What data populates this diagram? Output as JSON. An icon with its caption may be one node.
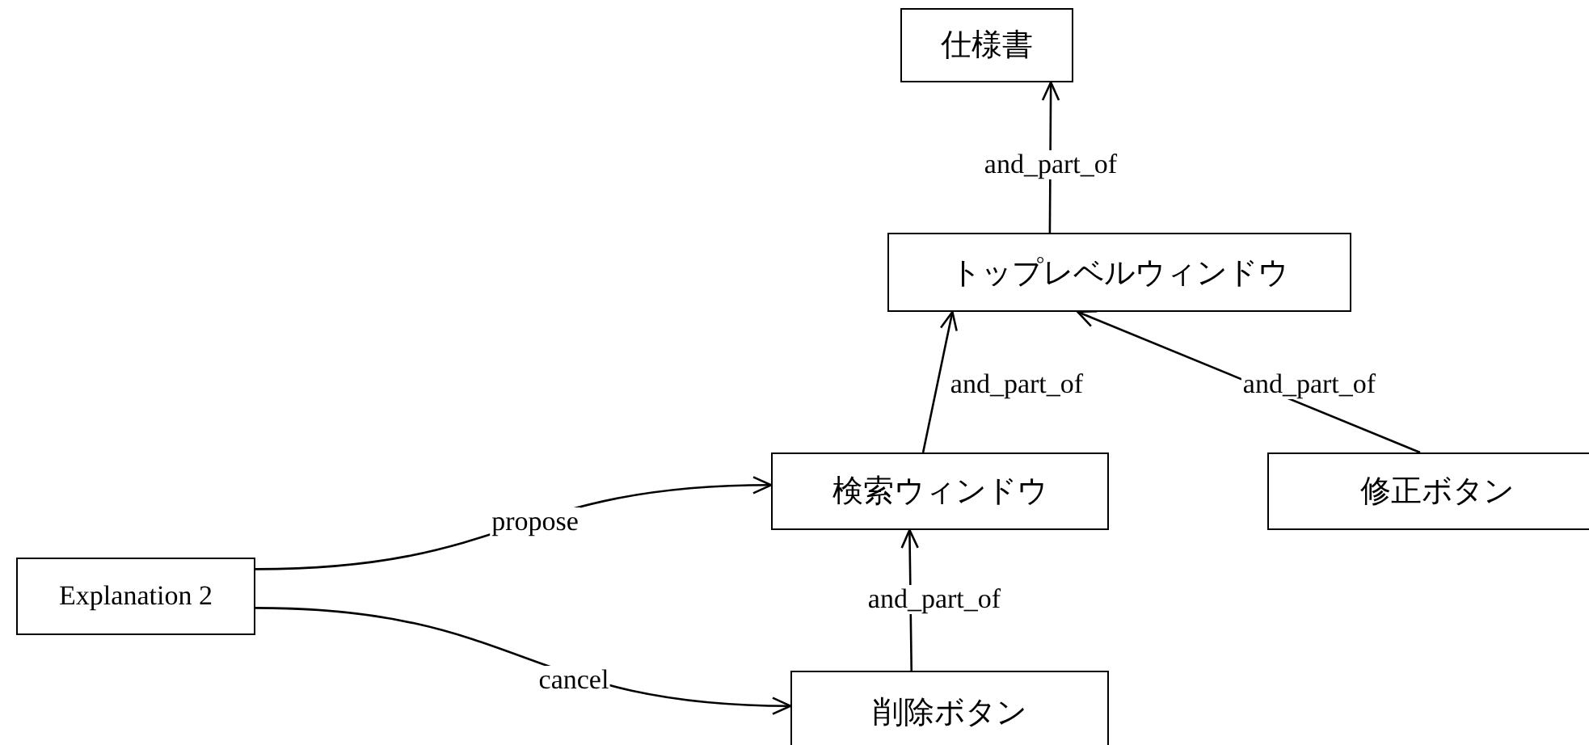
{
  "diagram": {
    "nodes": [
      {
        "text": [
          "仕様書"
        ]
      },
      {
        "text": [
          "トップレベルウィンドウ"
        ]
      },
      {
        "text": [
          "検索ウィンドウ"
        ]
      },
      {
        "text": [
          "修正ボタン"
        ]
      },
      {
        "text": [
          "Explanation 2"
        ]
      },
      {
        "text": [
          "削除ボタン"
        ]
      }
    ],
    "edges": [
      {
        "from": 1,
        "to": 0,
        "arrow": "to",
        "label": "and_part_of"
      },
      {
        "from": 2,
        "to": 1,
        "arrow": "to",
        "label": "and_part_of"
      },
      {
        "from": 3,
        "to": 1,
        "arrow": "to",
        "label": "and_part_of"
      },
      {
        "from": 4,
        "to": 2,
        "arrow": "to",
        "label": "propose"
      },
      {
        "from": 4,
        "to": 5,
        "arrow": "to",
        "label": "cancel"
      },
      {
        "from": 5,
        "to": 2,
        "arrow": "to",
        "label": "and_part_of"
      }
    ]
  }
}
